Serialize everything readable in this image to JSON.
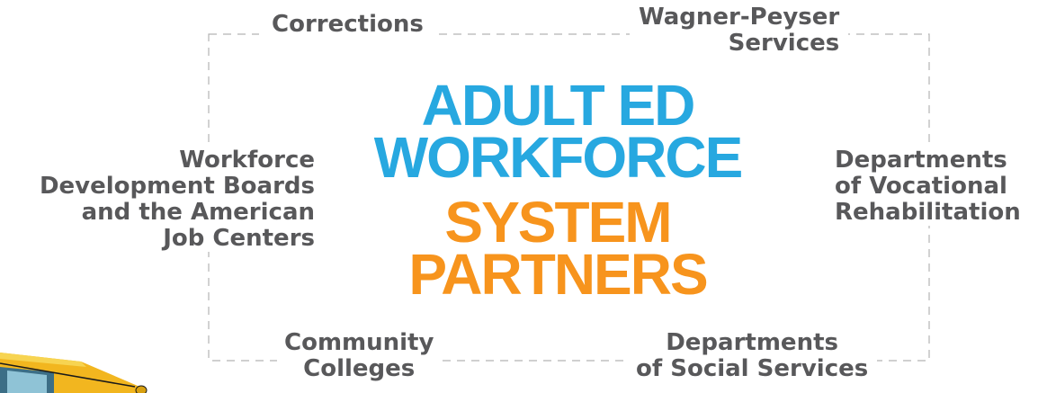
{
  "title": {
    "line1": "ADULT ED",
    "line2": "WORKFORCE",
    "line3": "SYSTEM",
    "line4": "PARTNERS"
  },
  "partners": {
    "corrections": [
      "Corrections"
    ],
    "wagner_peyser": [
      "Wagner-Peyser",
      "Services"
    ],
    "workforce_boards": [
      "Workforce",
      "Development Boards",
      "and the American",
      "Job Centers"
    ],
    "vocational_rehab": [
      "Departments",
      "of Vocational",
      "Rehabilitation"
    ],
    "community_colleges": [
      "Community",
      "Colleges"
    ],
    "social_services": [
      "Departments",
      "of Social Services"
    ]
  },
  "colors": {
    "title_blue": "#27a8e0",
    "title_orange": "#f7941d",
    "partner_text": "#58585a",
    "frame_dash": "#b3b3b3",
    "bus_yellow": "#f2b61f"
  }
}
